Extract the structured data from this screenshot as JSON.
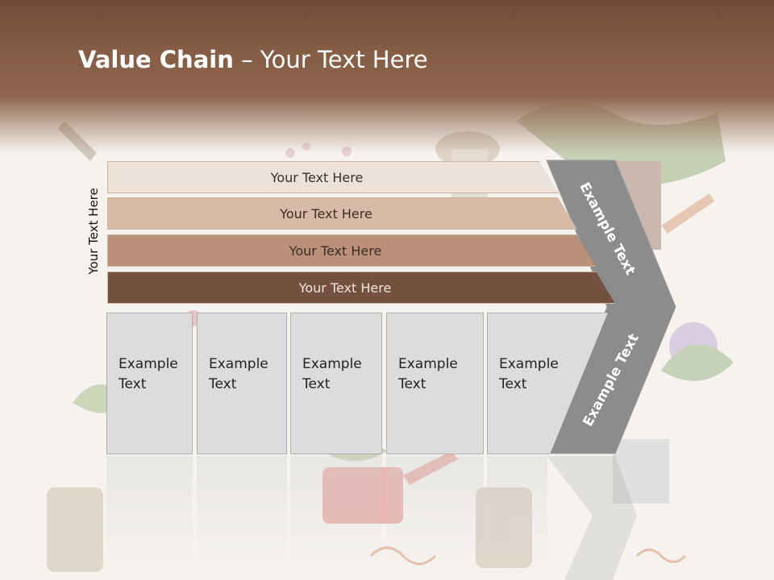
{
  "title": {
    "bold": "Value Chain",
    "rest": " – Your Text Here"
  },
  "side_label": "Your Text Here",
  "rows": [
    {
      "label": "Your Text Here",
      "color": "#ece2da"
    },
    {
      "label": "Your Text Here",
      "color": "#d8bba7"
    },
    {
      "label": "Your Text Here",
      "color": "#ba9078"
    },
    {
      "label": "Your Text Here",
      "color": "#74513f"
    }
  ],
  "boxes": [
    {
      "line1": "Example",
      "line2": "Text"
    },
    {
      "line1": "Example",
      "line2": "Text"
    },
    {
      "line1": "Example",
      "line2": "Text"
    },
    {
      "line1": "Example",
      "line2": "Text"
    },
    {
      "line1": "Example",
      "line2": "Text"
    }
  ],
  "chevron": {
    "upper_label": "Example Text",
    "lower_label": "Example Text",
    "color": "#8c8c8c"
  }
}
